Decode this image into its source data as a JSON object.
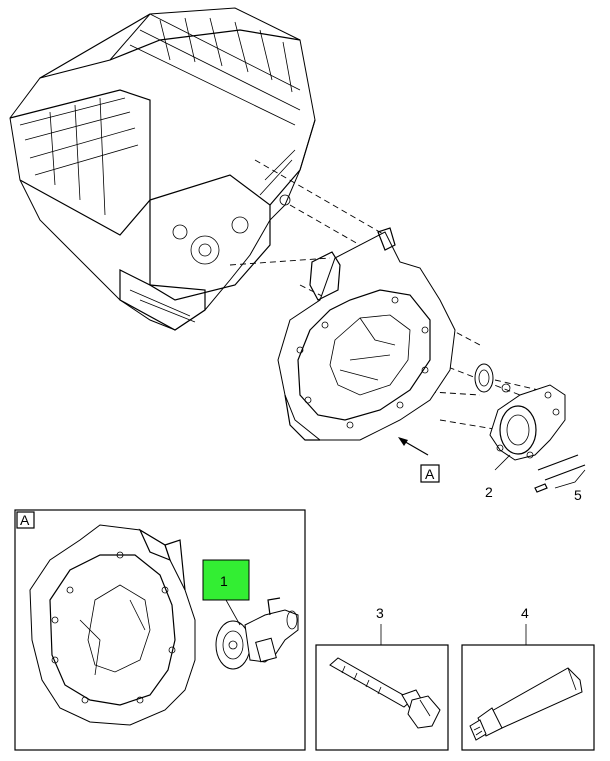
{
  "callouts": {
    "part2": "2",
    "part5": "5",
    "part1": "1",
    "part3": "3",
    "part4": "4",
    "view_ref": "A",
    "detail_tag": "A"
  },
  "colors": {
    "highlight": "#33ee33",
    "line": "#000000",
    "background": "#ffffff"
  }
}
